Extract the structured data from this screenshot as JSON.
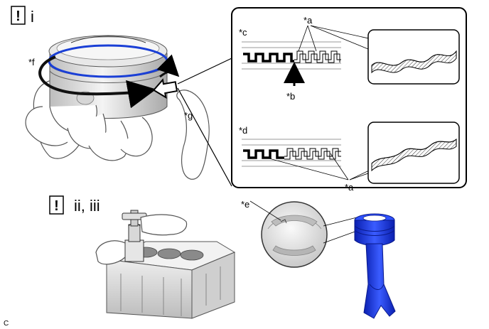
{
  "steps": {
    "step1_marker": "!",
    "step1_label": "i",
    "step2_marker": "!",
    "step2_label": "ii, iii"
  },
  "callouts": {
    "a_top": "*a",
    "a_bottom": "*a",
    "b": "*b",
    "c": "*c",
    "d": "*d",
    "e": "*e",
    "f": "*f",
    "g": "*g"
  },
  "corner_code": "C",
  "colors": {
    "ring_blue": "#1a3fd6",
    "connecting_rod_blue": "#1030e0",
    "panel_border": "#000000"
  },
  "icons": [
    "caution-icon",
    "rotation-arrow-icon",
    "push-arrow-icon"
  ]
}
